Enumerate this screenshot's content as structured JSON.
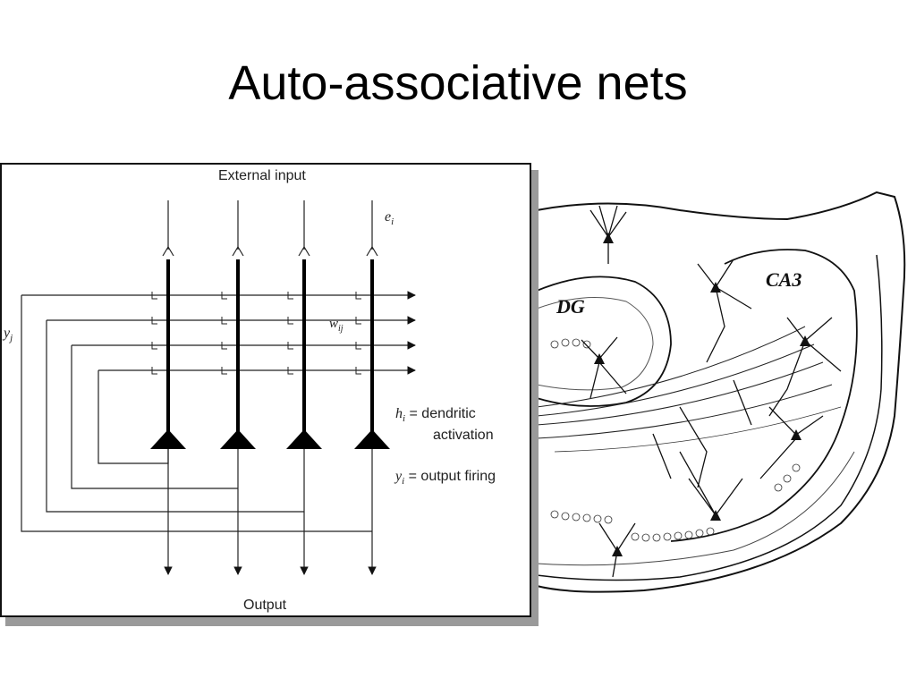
{
  "slide": {
    "title": "Auto-associative nets"
  },
  "network_diagram": {
    "external_input": "External input",
    "output": "Output",
    "e_label": "e",
    "e_sub": "i",
    "y_label": "y",
    "y_sub": "j",
    "w_label": "w",
    "w_sub": "ij",
    "h_def": "h",
    "h_sub": "i",
    "h_text": "= dendritic",
    "h_text2": "activation",
    "y_def": "y",
    "y_def_sub": "i",
    "y_text": "= output firing"
  },
  "hippocampus": {
    "dg_label": "DG",
    "ca3_label": "CA3"
  }
}
